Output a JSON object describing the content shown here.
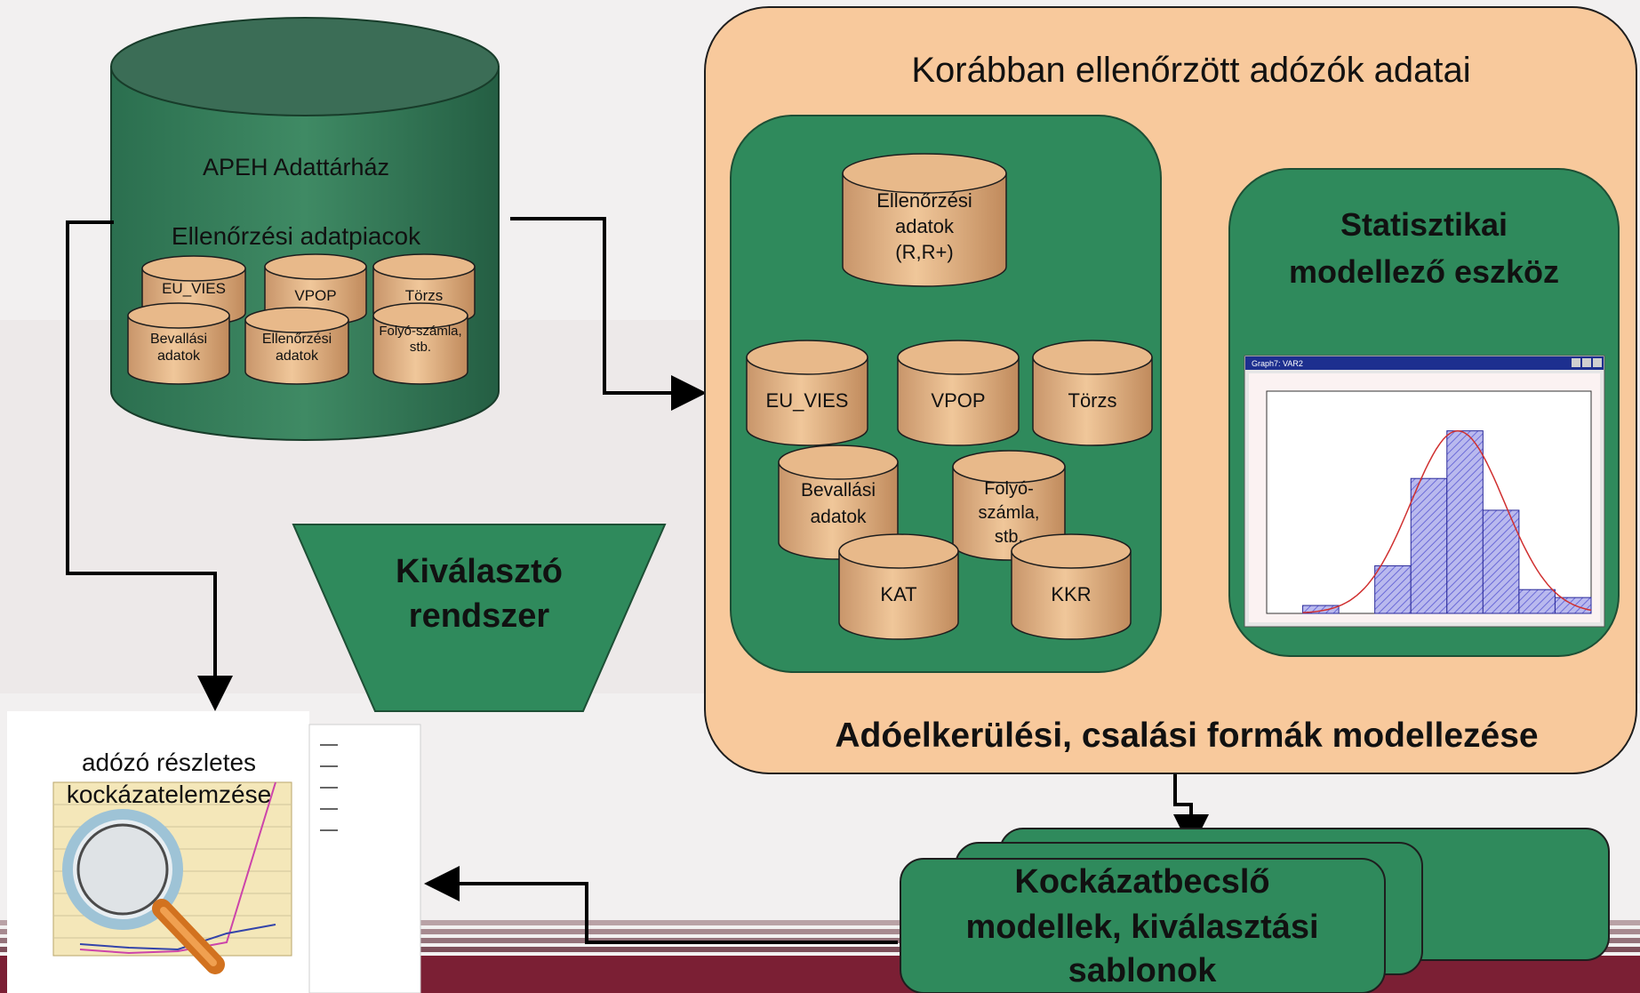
{
  "warehouse": {
    "title": "APEH Adattárház",
    "subtitle": "Ellenőrzési adatpiacok",
    "marts": [
      "EU_VIES",
      "VPOP",
      "Törzs",
      "Bevallási adatok",
      "Ellenőrzési adatok",
      "Folyó-számla, stb."
    ]
  },
  "selector": {
    "line1": "Kiválasztó",
    "line2": "rendszer"
  },
  "panel": {
    "title": "Korábban ellenőrzött adózók adatai",
    "footer": "Adóelkerülési, csalási formák modellezése",
    "db_top": [
      "Ellenőrzési",
      "adatok",
      "(R,R+)"
    ],
    "dbs": {
      "eu_vies": "EU_VIES",
      "vpop": "VPOP",
      "torzs": "Törzs",
      "bevallasi": [
        "Bevallási",
        "adatok"
      ],
      "folyo": [
        "Folyó-",
        "számla,",
        "stb."
      ],
      "kat": "KAT",
      "kkr": "KKR"
    }
  },
  "stat_tool": {
    "line1": "Statisztikai",
    "line2": "modellező eszköz",
    "window_title": "Graph7: VAR2",
    "histogram": {
      "bins": [
        -40,
        -30,
        -20,
        -10,
        0,
        10,
        20,
        30,
        40
      ],
      "counts": [
        1,
        0,
        6,
        17,
        23,
        13,
        3,
        2
      ],
      "xlim": [
        -50,
        40
      ],
      "ylim": [
        0,
        28
      ]
    }
  },
  "templates": {
    "line1": "Kockázatbecslő",
    "line2": "modellek, kiválasztási",
    "line3": "sablonok"
  },
  "analysis": {
    "line1": "adózó részletes",
    "line2": "kockázatelemzése"
  },
  "colors": {
    "green": "#2f8a5c",
    "green_dark": "#1d4f35",
    "peach": "#f8c99c",
    "tan": "#d9a878",
    "bg": "#f2f0f0"
  }
}
